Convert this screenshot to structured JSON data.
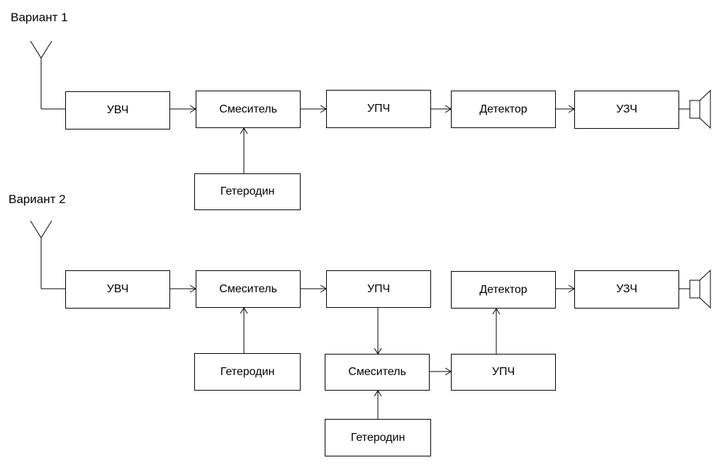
{
  "variant1": {
    "title": "Вариант 1",
    "uvch": "УВЧ",
    "mixer": "Смеситель",
    "upch": "УПЧ",
    "detector": "Детектор",
    "uzch": "УЗЧ",
    "oscillator": "Гетеродин"
  },
  "variant2": {
    "title": "Вариант 2",
    "uvch": "УВЧ",
    "mixer1": "Смеситель",
    "upch1": "УПЧ",
    "detector": "Детектор",
    "uzch": "УЗЧ",
    "oscillator1": "Гетеродин",
    "mixer2": "Смеситель",
    "upch2": "УПЧ",
    "oscillator2": "Гетеродин"
  }
}
